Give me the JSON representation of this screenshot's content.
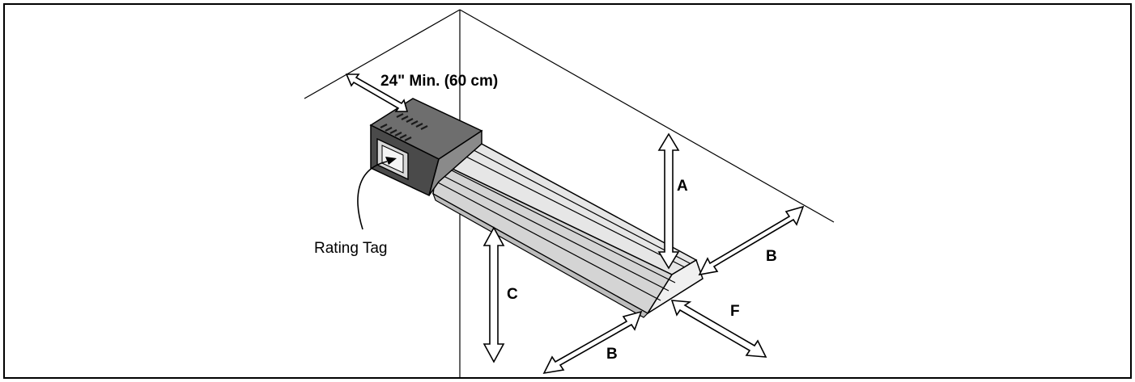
{
  "labels": {
    "clearance_top": "24\" Min. (60 cm)",
    "rating_tag": "Rating Tag",
    "a": "A",
    "b_right": "B",
    "b_bottom": "B",
    "c": "C",
    "f": "F"
  },
  "colors": {
    "line": "#000000",
    "housing_dark": "#4a4a4a",
    "housing_mid": "#7a7a7a",
    "housing_light": "#9a9a9a",
    "reflector_light": "#e6e6e6",
    "reflector_mid": "#cfcfcf"
  }
}
